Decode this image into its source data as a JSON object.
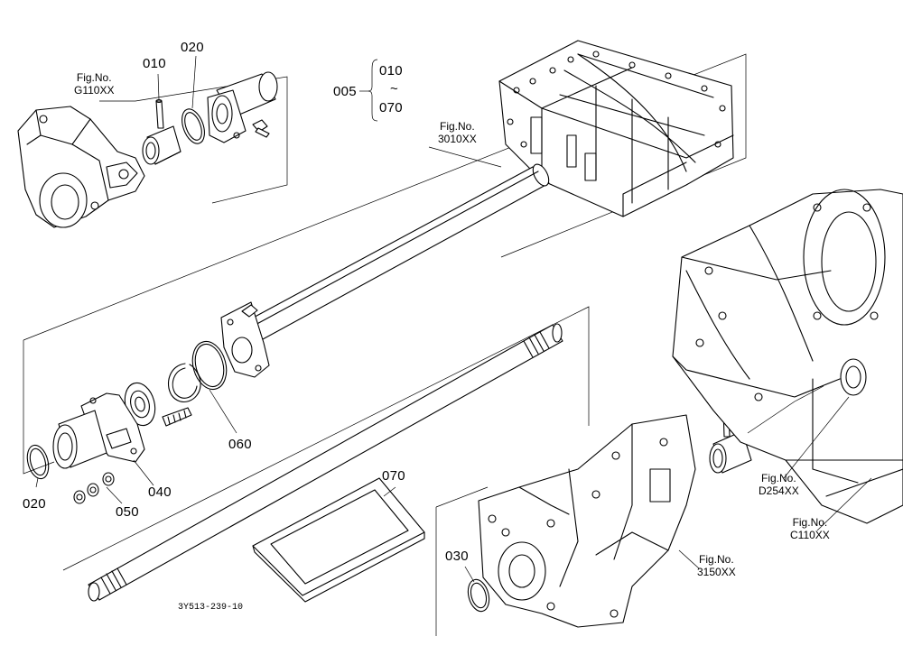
{
  "diagram": {
    "drawing_code": "3Y513-239-10",
    "assembly": {
      "ref": "005",
      "range_from": "010",
      "range_sep": "~",
      "range_to": "070"
    },
    "part_labels": {
      "p010": "010",
      "p020_top": "020",
      "p020_left": "020",
      "p030": "030",
      "p040": "040",
      "p050": "050",
      "p060": "060",
      "p070": "070"
    },
    "figure_refs": {
      "g110": {
        "line1": "Fig.No.",
        "line2": "G110XX"
      },
      "f3010": {
        "line1": "Fig.No.",
        "line2": "3010XX"
      },
      "d254": {
        "line1": "Fig.No.",
        "line2": "D254XX"
      },
      "c110": {
        "line1": "Fig.No.",
        "line2": "C110XX"
      },
      "f3150": {
        "line1": "Fig.No.",
        "line2": "3150XX"
      }
    }
  }
}
